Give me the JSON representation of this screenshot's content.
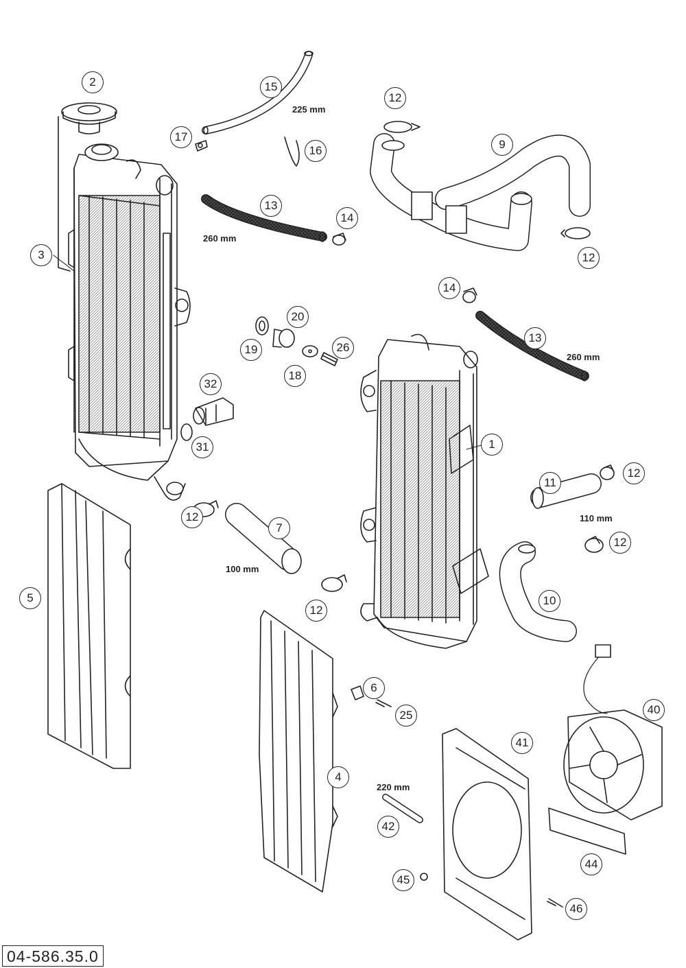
{
  "diagram": {
    "callouts": [
      "1",
      "2",
      "3",
      "4",
      "5",
      "6",
      "7",
      "9",
      "10",
      "11",
      "12",
      "13",
      "14",
      "15",
      "16",
      "17",
      "18",
      "19",
      "20",
      "25",
      "26",
      "31",
      "32",
      "40",
      "41",
      "42",
      "44",
      "45",
      "46"
    ],
    "dimensions": [
      "225 mm",
      "260 mm",
      "110 mm",
      "100 mm",
      "220 mm"
    ],
    "document_code": "04-586.35.0"
  }
}
